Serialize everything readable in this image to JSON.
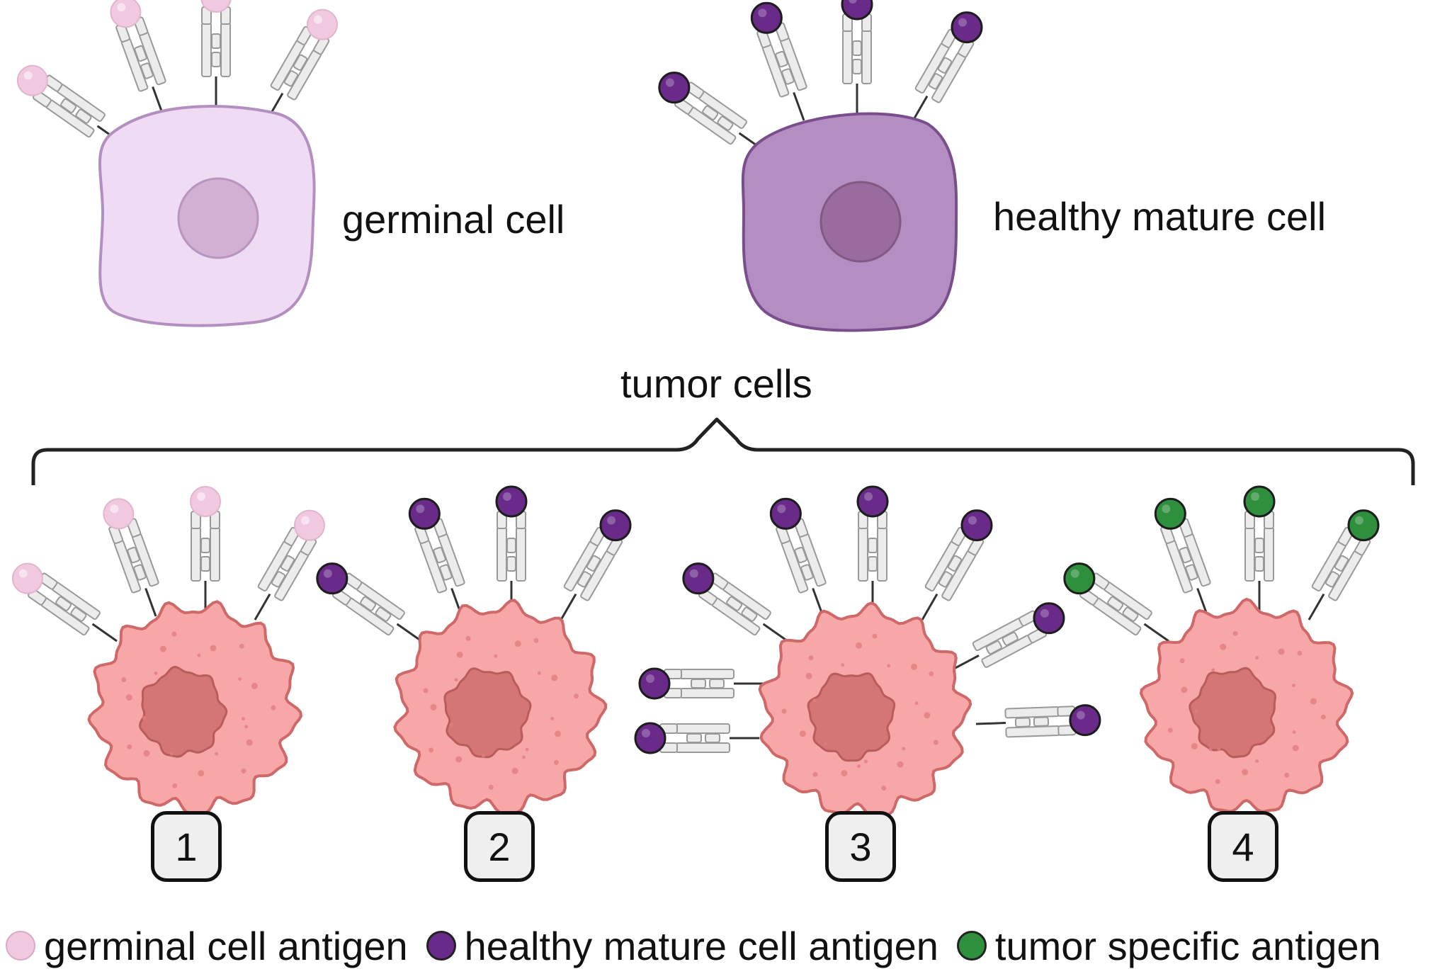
{
  "labels": {
    "germinal": "germinal cell",
    "healthy": "healthy mature cell",
    "tumor": "tumor cells"
  },
  "tumor_numbers": [
    "1",
    "2",
    "3",
    "4"
  ],
  "legend": [
    {
      "key": "germinal",
      "text": "germinal cell antigen"
    },
    {
      "key": "healthy",
      "text": "healthy mature cell antigen"
    },
    {
      "key": "tumor",
      "text": "tumor specific antigen"
    }
  ],
  "colors": {
    "germinal_cell_fill": "#efdbf3",
    "germinal_cell_stroke": "#b38fc0",
    "germinal_nucleus": "#d2b0d3",
    "healthy_cell_fill": "#b48ec2",
    "healthy_cell_stroke": "#7a4d8c",
    "healthy_nucleus": "#9a6b9e",
    "tumor_cell_fill": "#f7a7a7",
    "tumor_cell_stroke": "#cf6868",
    "tumor_nucleus": "#d57676",
    "germinal_antigen": "#f0c8e0",
    "healthy_antigen": "#6a2a8a",
    "tumor_antigen": "#2e8f3c",
    "receptor_fill": "#ececec",
    "receptor_stroke": "#999999"
  }
}
